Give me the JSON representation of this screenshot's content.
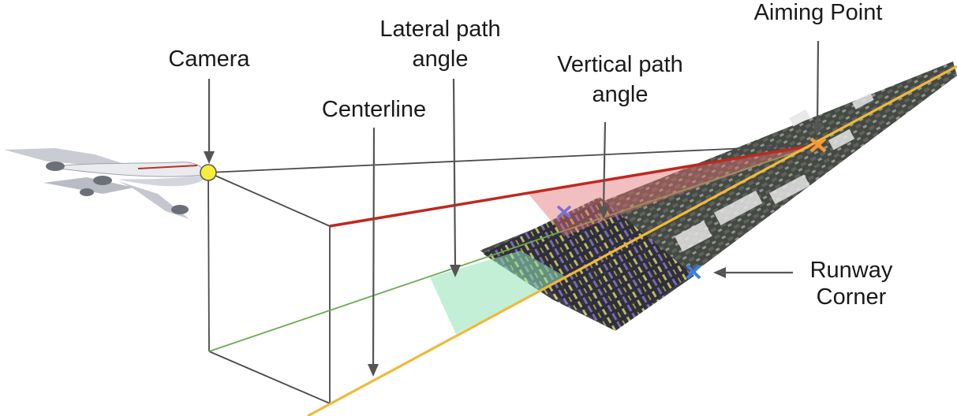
{
  "labels": {
    "camera": "Camera",
    "lateral_line1": "Lateral path",
    "lateral_line2": "angle",
    "vertical_line1": "Vertical path",
    "vertical_line2": "angle",
    "centerline": "Centerline",
    "aiming_point": "Aiming Point",
    "runway_line1": "Runway",
    "runway_line2": "Corner"
  },
  "colors": {
    "centerline": "#f0b93a",
    "vertical_path": "#c0281e",
    "lateral_path": "#6aaa4e",
    "camera_dot": "#f5ee3a",
    "aiming_marker": "#f29a38",
    "corner_marker": "#3b7ee0",
    "corner_marker_2": "#7a6fd6",
    "construction": "#4a4a4a"
  },
  "icons": {
    "aircraft": "airplane-icon",
    "aiming": "cross-marker-icon",
    "corner": "cross-marker-icon"
  }
}
